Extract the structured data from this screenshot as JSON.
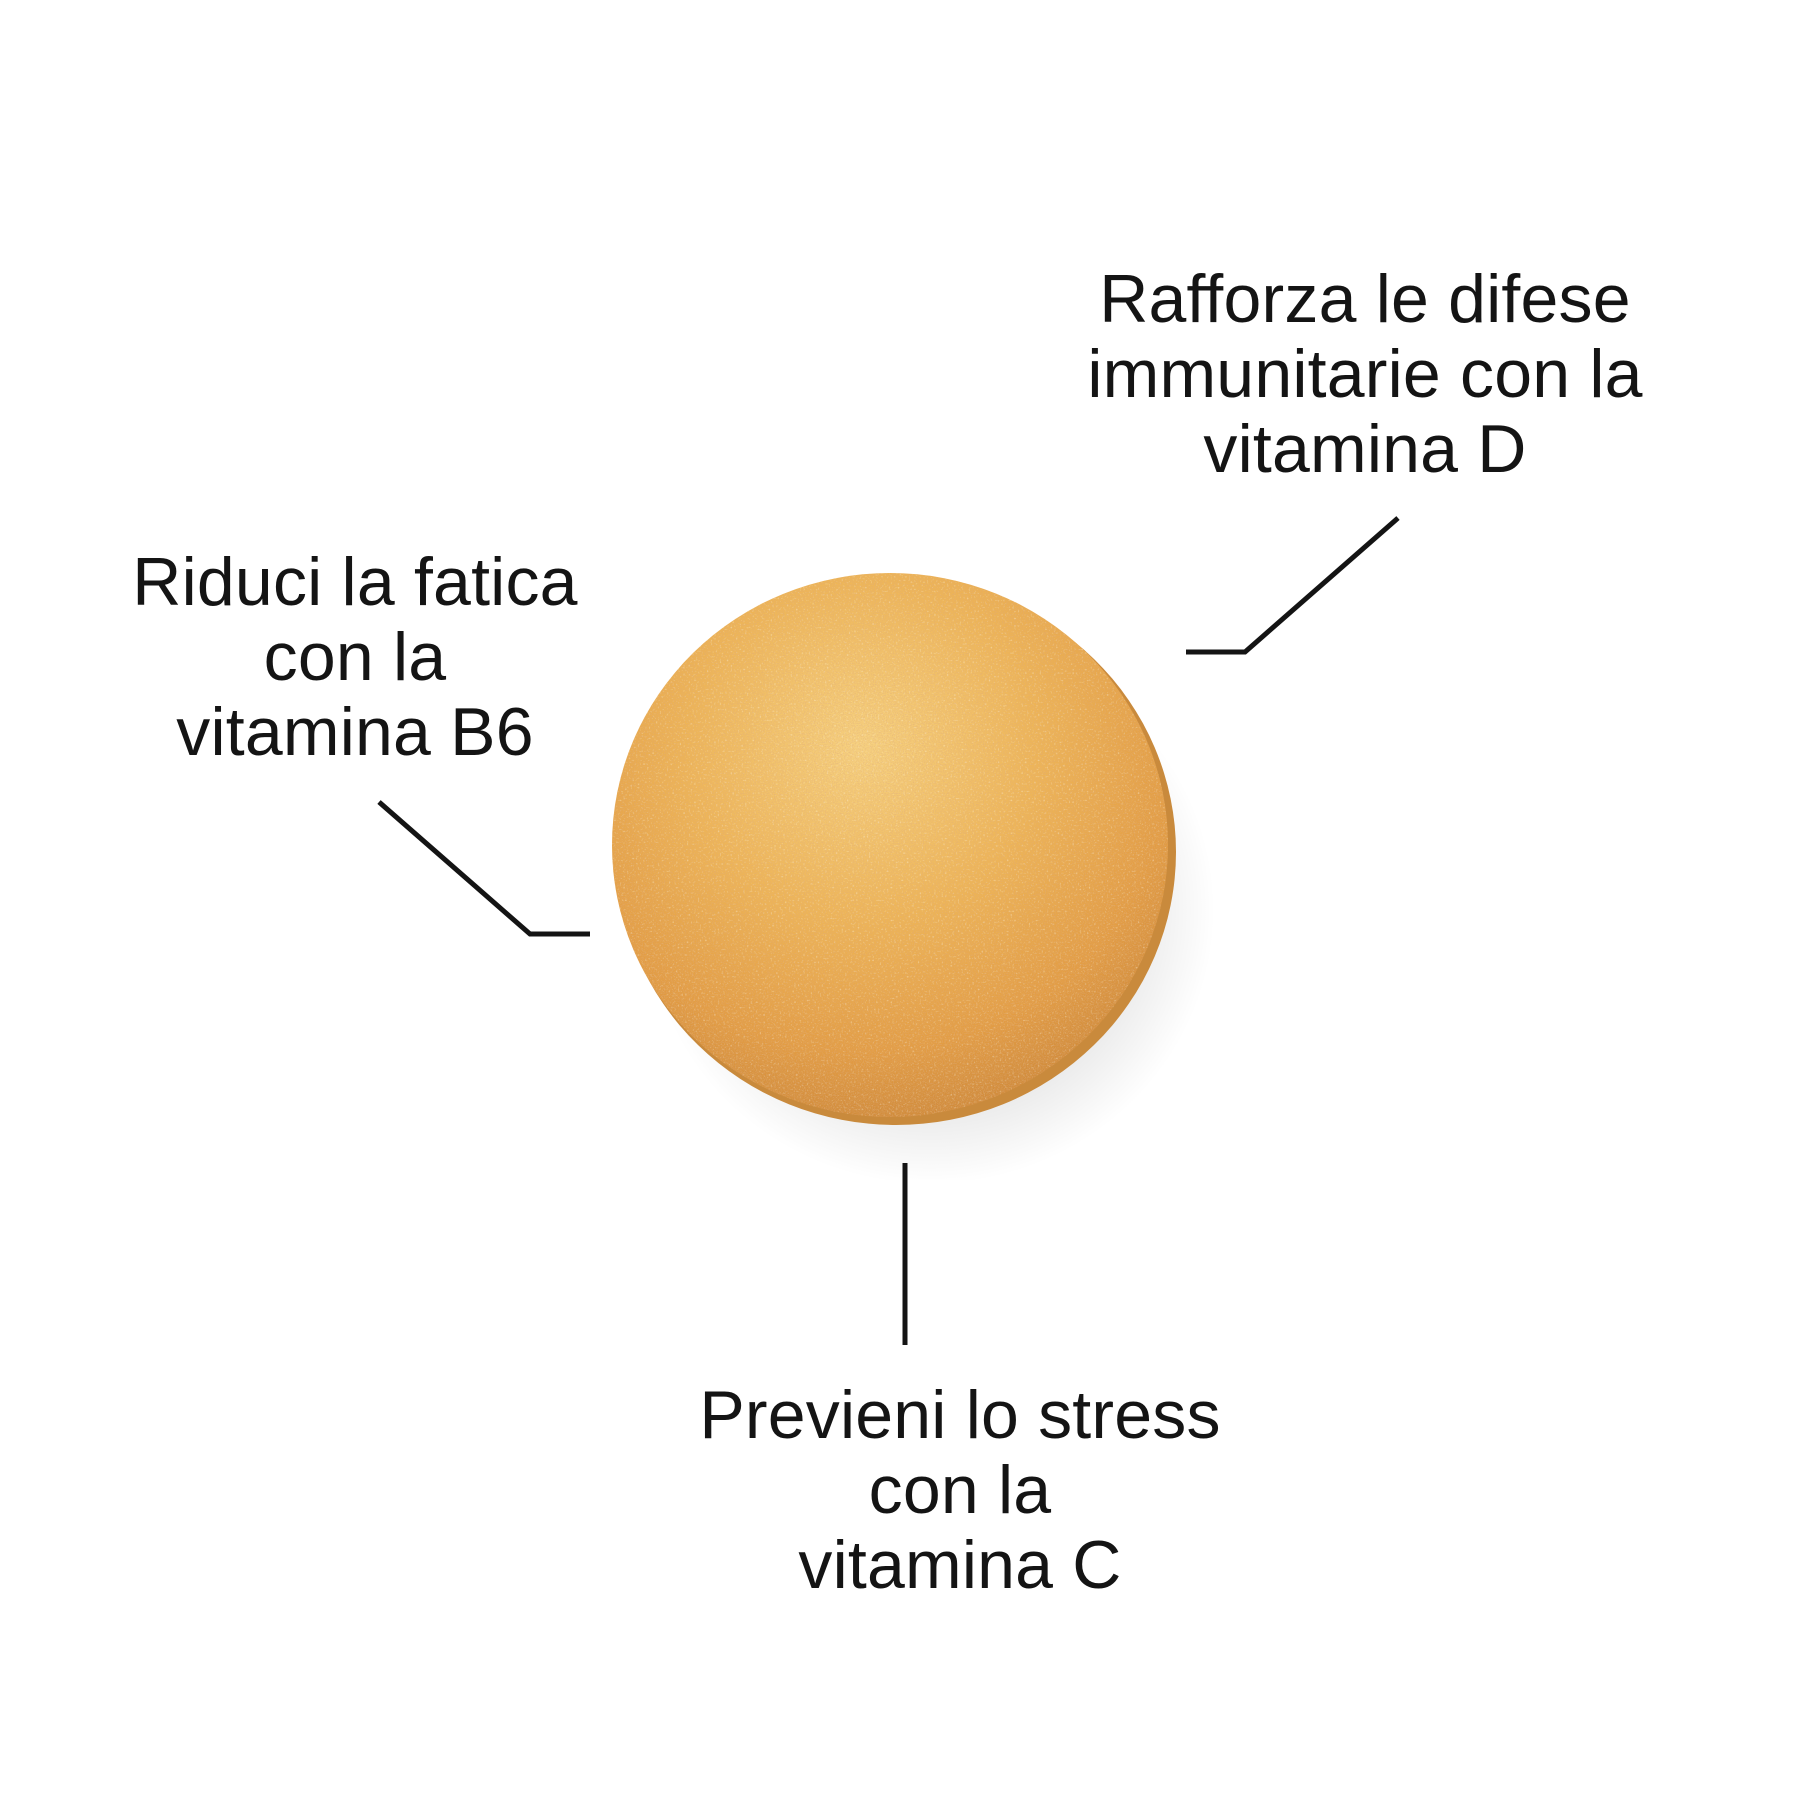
{
  "callouts": {
    "vitamin_d": {
      "lines": [
        "Rafforza le difese",
        "immunitarie con la",
        "vitamina D"
      ]
    },
    "vitamin_b6": {
      "lines": [
        "Riduci la fatica",
        "con la",
        "vitamina B6"
      ]
    },
    "vitamin_c": {
      "lines": [
        "Previeni lo stress",
        "con la",
        "vitamina C"
      ]
    }
  },
  "colors": {
    "background": "#ffffff",
    "text": "#141414",
    "leader_line": "#141414",
    "tablet_base": "#e8a94a",
    "tablet_highlight": "#f6cf7a",
    "tablet_speckle_dark": "#b8643a",
    "tablet_speckle_light": "#fff1c8"
  },
  "icons": {
    "tablet": "vitamin-tablet-icon"
  }
}
